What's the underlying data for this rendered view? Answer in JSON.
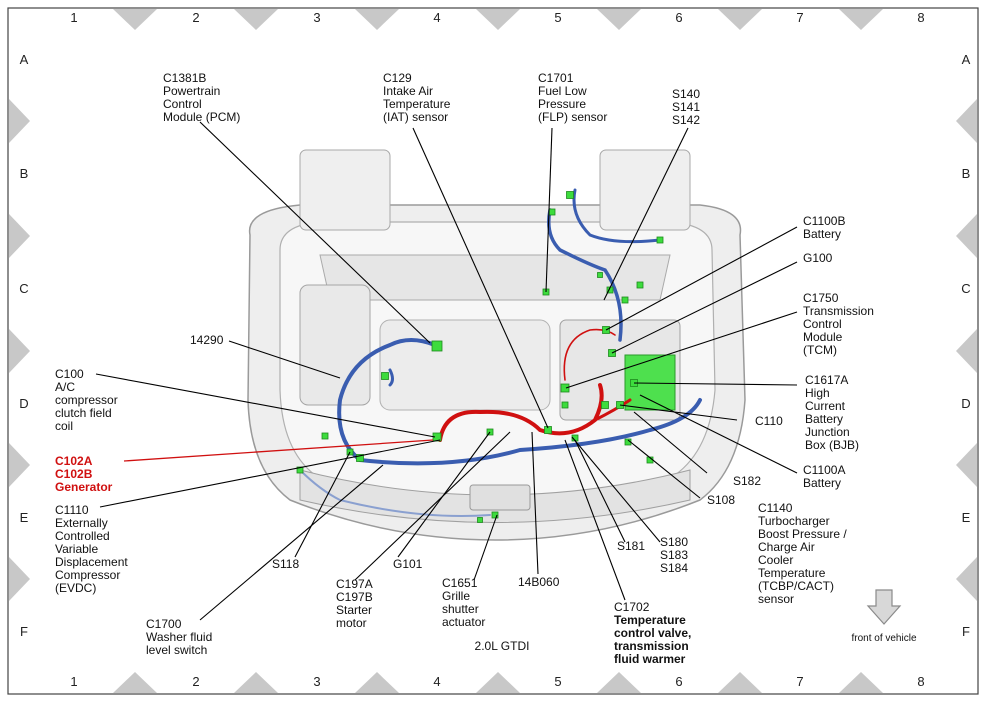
{
  "columns": [
    "1",
    "2",
    "3",
    "4",
    "5",
    "6",
    "7",
    "8"
  ],
  "rows": [
    "A",
    "B",
    "C",
    "D",
    "E",
    "F"
  ],
  "caption": "2.0L GTDI",
  "front_label": "front of vehicle",
  "colors": {
    "harness_red": "#d01010",
    "harness_blue": "#3a5db0",
    "connector_green": "#3ddc3d",
    "label_red": "#d01010"
  },
  "labels": {
    "c1381b": [
      "C1381B",
      "Powertrain",
      "Control",
      "Module (PCM)"
    ],
    "c129": [
      "C129",
      "Intake Air",
      "Temperature",
      "(IAT) sensor"
    ],
    "c1701": [
      "C1701",
      "Fuel Low",
      "Pressure",
      "(FLP) sensor"
    ],
    "s140": [
      "S140",
      "S141",
      "S142"
    ],
    "c1100b": [
      "C1100B",
      "Battery"
    ],
    "g100": [
      "G100"
    ],
    "c1750": [
      "C1750",
      "Transmission",
      "Control",
      "Module",
      "(TCM)"
    ],
    "c14290": [
      "14290"
    ],
    "c100": [
      "C100",
      "A/C",
      "compressor",
      "clutch field",
      "coil"
    ],
    "c102": [
      "C102A",
      "C102B",
      "Generator"
    ],
    "c1617a": [
      "C1617A",
      "High",
      "Current",
      "Battery",
      "Junction",
      "Box (BJB)"
    ],
    "c110": [
      "C110"
    ],
    "s182": [
      "S182"
    ],
    "c1100a": [
      "C1100A",
      "Battery"
    ],
    "s108": [
      "S108"
    ],
    "c1110": [
      "C1110",
      "Externally",
      "Controlled",
      "Variable",
      "Displacement",
      "Compressor",
      "(EVDC)"
    ],
    "c1140": [
      "C1140",
      "Turbocharger",
      "Boost Pressure /",
      "Charge Air",
      "Cooler",
      "Temperature",
      "(TCBP/CACT)",
      "sensor"
    ],
    "s118": [
      "S118"
    ],
    "g101": [
      "G101"
    ],
    "c1651": [
      "C1651",
      "Grille",
      "shutter",
      "actuator"
    ],
    "c14b060": [
      "14B060"
    ],
    "s181": [
      "S181"
    ],
    "s180": [
      "S180",
      "S183",
      "S184"
    ],
    "c197": [
      "C197A",
      "C197B",
      "Starter",
      "motor"
    ],
    "c1702": [
      "C1702",
      "Temperature",
      "control valve,",
      "transmission",
      "fluid warmer"
    ],
    "c1700": [
      "C1700",
      "Washer fluid",
      "level switch"
    ]
  }
}
